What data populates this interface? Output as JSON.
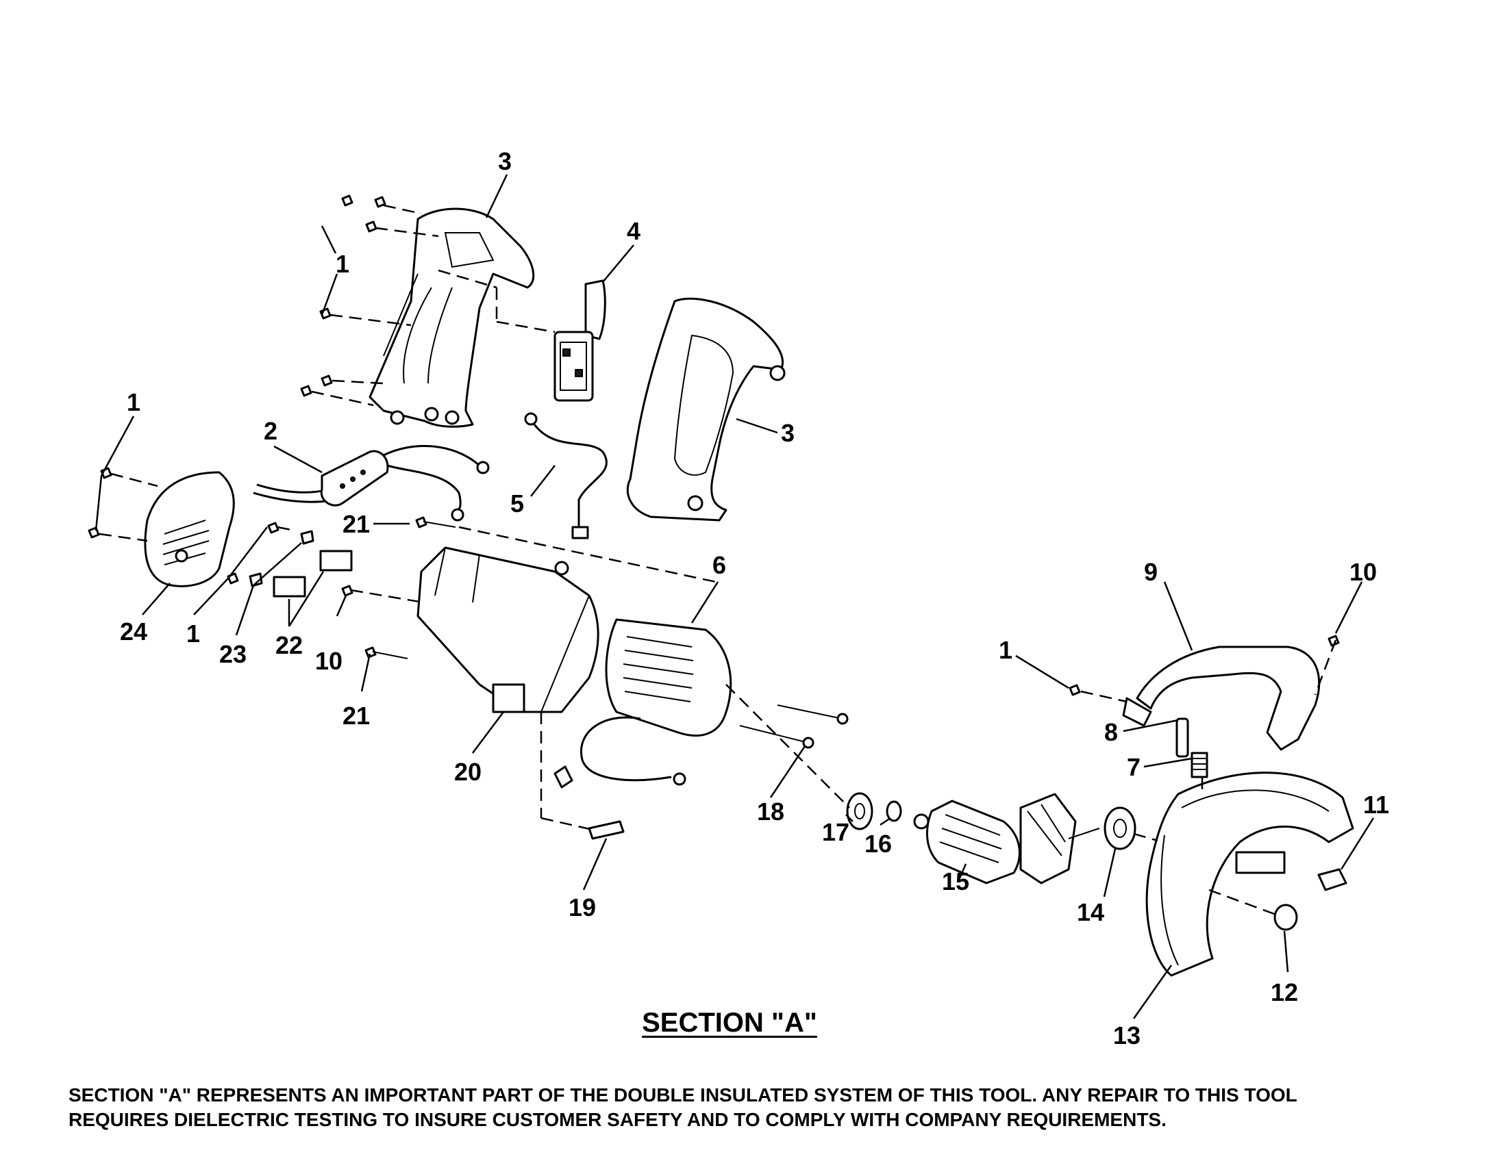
{
  "section_title": "SECTION \"A\"",
  "footnote": {
    "line1": "SECTION \"A\" REPRESENTS AN IMPORTANT PART OF THE DOUBLE INSULATED SYSTEM OF THIS TOOL.  ANY REPAIR TO THIS TOOL",
    "line2": "REQUIRES DIELECTRIC TESTING TO INSURE CUSTOMER SAFETY AND TO COMPLY WITH COMPANY REQUIREMENTS."
  },
  "callouts": {
    "c1a": "1",
    "c1b": "1",
    "c1c": "1",
    "c1d": "1",
    "c2": "2",
    "c3a": "3",
    "c3b": "3",
    "c4": "4",
    "c5": "5",
    "c6": "6",
    "c7": "7",
    "c8": "8",
    "c9": "9",
    "c10a": "10",
    "c10b": "10",
    "c11": "11",
    "c12": "12",
    "c13": "13",
    "c14": "14",
    "c15": "15",
    "c16": "16",
    "c17": "17",
    "c18": "18",
    "c19": "19",
    "c20": "20",
    "c21a": "21",
    "c21b": "21",
    "c22": "22",
    "c23": "23",
    "c24": "24"
  }
}
